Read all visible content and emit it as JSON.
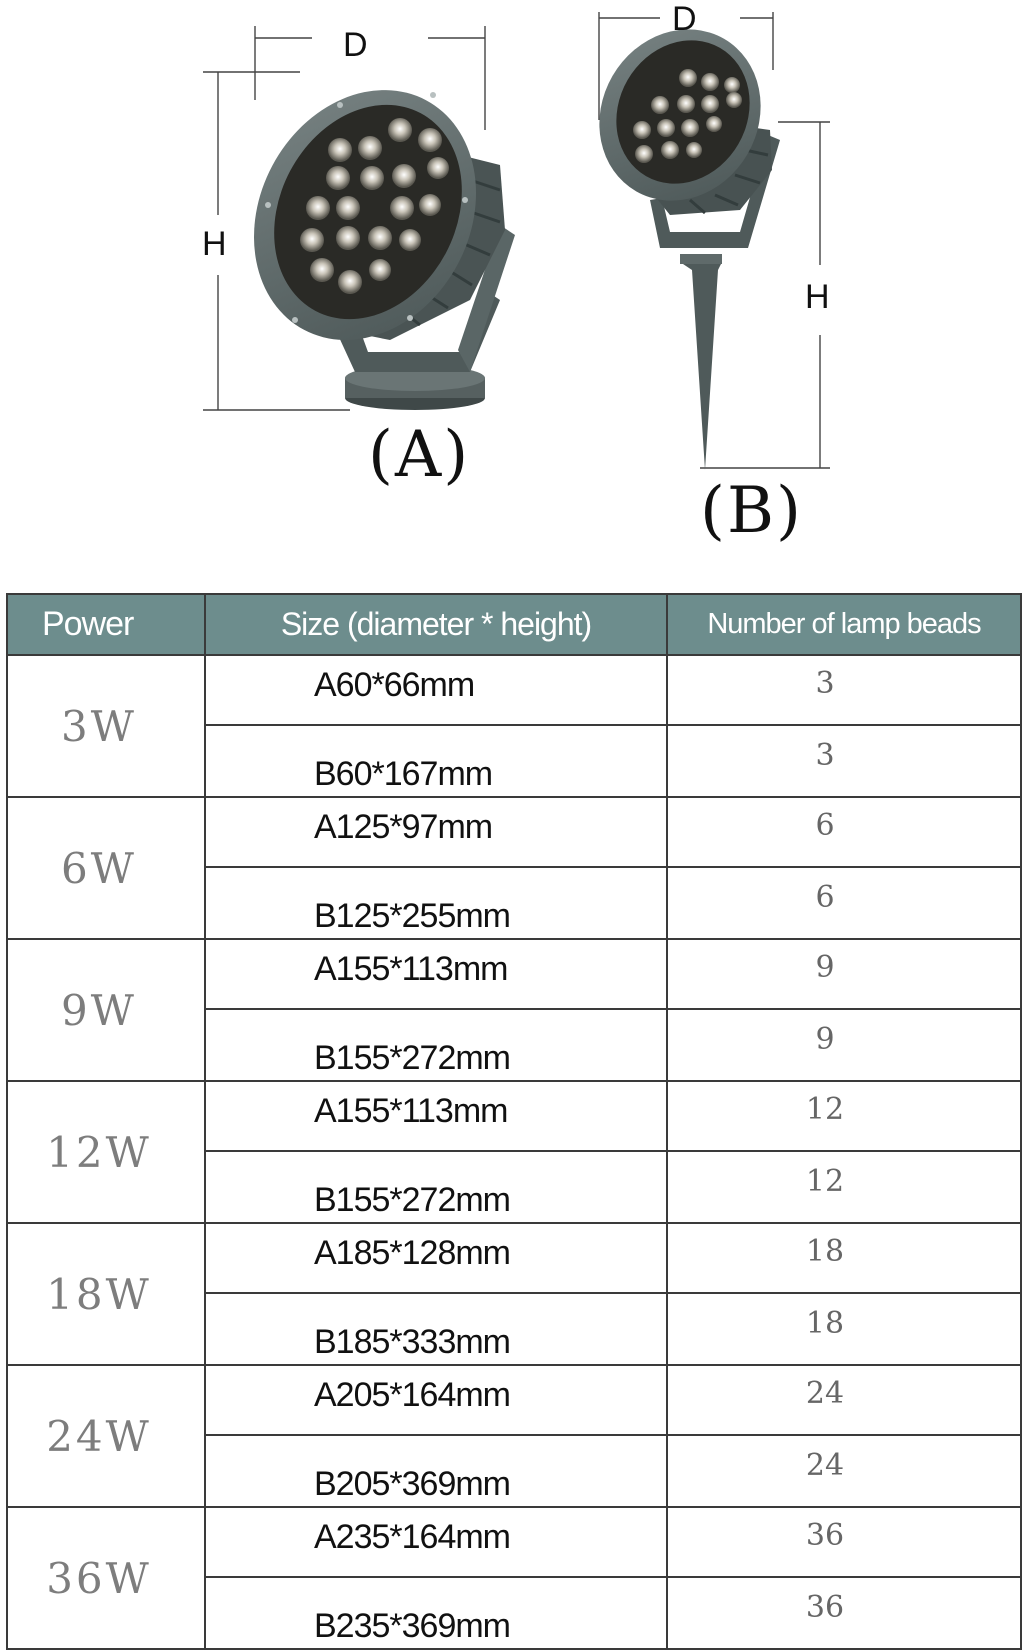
{
  "figure": {
    "lamp_a": {
      "width_label": "D",
      "height_label": "H",
      "variant_label": "(A)"
    },
    "lamp_b": {
      "width_label": "D",
      "height_label": "H",
      "variant_label": "(B)"
    }
  },
  "table": {
    "headers": [
      "Power",
      "Size (diameter * height)",
      "Number of lamp beads"
    ],
    "groups": [
      {
        "power": "3W",
        "rows": [
          {
            "size": "A60*66mm",
            "beads": "3"
          },
          {
            "size": "B60*167mm",
            "beads": "3"
          }
        ]
      },
      {
        "power": "6W",
        "rows": [
          {
            "size": "A125*97mm",
            "beads": "6"
          },
          {
            "size": "B125*255mm",
            "beads": "6"
          }
        ]
      },
      {
        "power": "9W",
        "rows": [
          {
            "size": "A155*113mm",
            "beads": "9"
          },
          {
            "size": "B155*272mm",
            "beads": "9"
          }
        ]
      },
      {
        "power": "12W",
        "rows": [
          {
            "size": "A155*113mm",
            "beads": "12"
          },
          {
            "size": "B155*272mm",
            "beads": "12"
          }
        ]
      },
      {
        "power": "18W",
        "rows": [
          {
            "size": "A185*128mm",
            "beads": "18"
          },
          {
            "size": "B185*333mm",
            "beads": "18"
          }
        ]
      },
      {
        "power": "24W",
        "rows": [
          {
            "size": "A205*164mm",
            "beads": "24"
          },
          {
            "size": "B205*369mm",
            "beads": "24"
          }
        ]
      },
      {
        "power": "36W",
        "rows": [
          {
            "size": "A235*164mm",
            "beads": "36"
          },
          {
            "size": "B235*369mm",
            "beads": "36"
          }
        ]
      }
    ]
  },
  "colors": {
    "header_bg": "#6d8d8d",
    "lamp_body": "#5c6868",
    "power_text": "#7d7d7d"
  }
}
